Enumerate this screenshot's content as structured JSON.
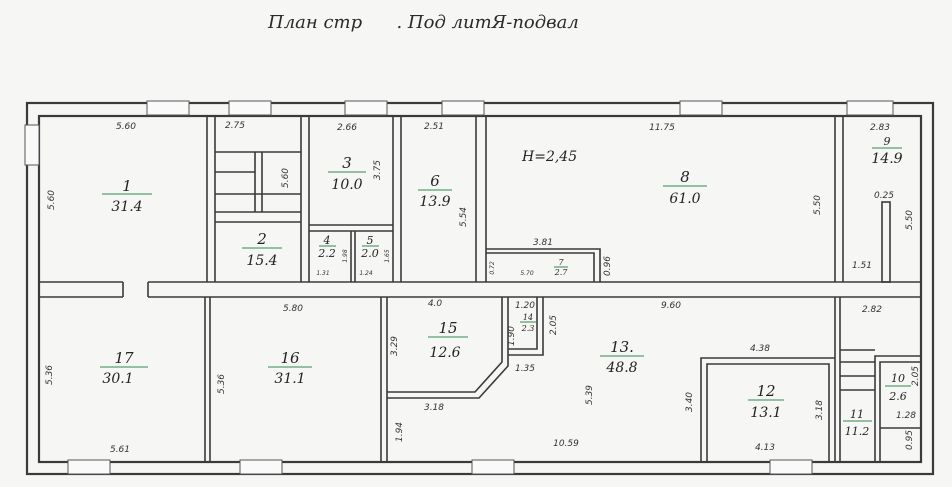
{
  "title": "План стр      . Под литЯ-подвал",
  "height_note": "H=2,45",
  "colors": {
    "wall": "#3a3a3a",
    "area_bar": "#2d8a4e",
    "background": "#f6f6f4"
  },
  "rooms": [
    {
      "number": "1",
      "area": "31.4"
    },
    {
      "number": "2",
      "area": "15.4"
    },
    {
      "number": "3",
      "area": "10.0"
    },
    {
      "number": "4",
      "area": "2.2"
    },
    {
      "number": "5",
      "area": "2.0"
    },
    {
      "number": "6",
      "area": "13.9"
    },
    {
      "number": "8",
      "area": "61.0"
    },
    {
      "number": "9",
      "area": "14.9"
    },
    {
      "number": "10",
      "area": "2.6"
    },
    {
      "number": "11",
      "area": "11.2"
    },
    {
      "number": "12",
      "area": "13.1"
    },
    {
      "number": "13.",
      "area": "48.8"
    },
    {
      "number": "14",
      "area": "2.3"
    },
    {
      "number": "15",
      "area": "12.6"
    },
    {
      "number": "16",
      "area": "31.1"
    },
    {
      "number": "17",
      "area": "30.1"
    },
    {
      "number": "7",
      "area": "2.7"
    }
  ],
  "dimensions": [
    "5.60",
    "5.60",
    "2.75",
    "5.60",
    "2.66",
    "3.75",
    "2.51",
    "5.54",
    "11.75",
    "5.50",
    "2.83",
    "0.25",
    "5.50",
    "1.51",
    "3.81",
    "0.72",
    "5.70",
    "0.96",
    "1.31",
    "1.98",
    "1.24",
    "1.65",
    "5.80",
    "4.0",
    "1.20",
    "1.90",
    "2.05",
    "9.60",
    "2.82",
    "3.29",
    "1.35",
    "5.39",
    "4.38",
    "3.40",
    "3.18",
    "3.18",
    "1.94",
    "10.59",
    "4.13",
    "2.05",
    "1.28",
    "0.95",
    "5.36",
    "5.36",
    "5.61"
  ]
}
